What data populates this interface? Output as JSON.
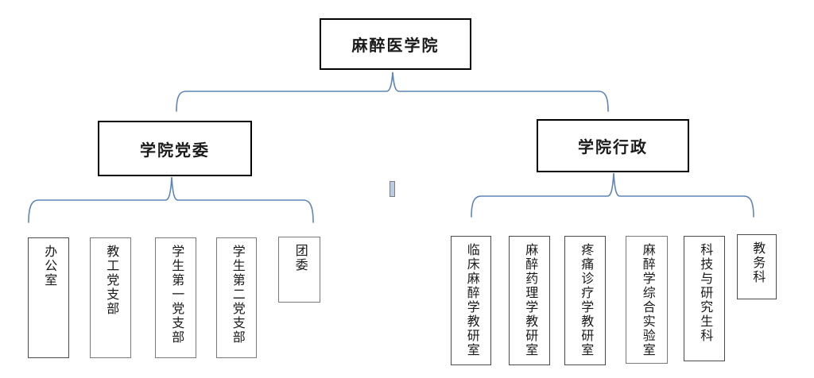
{
  "chart": {
    "type": "org-tree",
    "title_note": "organization chart, no page chrome visible",
    "connector_color": "#5d85b8",
    "box_border_color": "#000000",
    "center_marker_fill": "#b8cce4",
    "root": {
      "label": "麻醉医学院"
    },
    "branches": [
      {
        "label": "学院党委",
        "children": [
          "办公室",
          "教工党支部",
          "学生第一党支部",
          "学生第二党支部",
          "团委"
        ]
      },
      {
        "label": "学院行政",
        "children": [
          "临床麻醉学教研室",
          "麻醉药理学教研室",
          "疼痛诊疗学教研室",
          "麻醉学综合实验室",
          "科技与研究生科",
          "教务科"
        ]
      }
    ]
  }
}
